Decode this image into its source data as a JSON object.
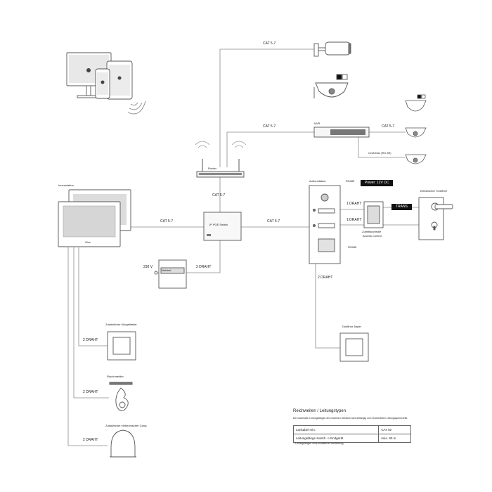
{
  "labels": {
    "cat_top": "CAT 5-7",
    "cat_nvr": "CAT 5-7",
    "cat_nvr_dome": "CAT 5-7",
    "coax": "COAXIAL (RG 59)",
    "cat_router_switch": "CAT 5-7",
    "cat_monitor_switch": "CAT 5-7",
    "cat_switch_door": "CAT 5-7",
    "v230": "230 V",
    "two_wire_ps": "2 DRAHT",
    "one_wire_top": "1 DRAHT",
    "one_wire_bottom": "1 DRAHT",
    "two_wire_door": "2 DRAHT",
    "two_wire_bell": "2 DRAHT",
    "two_wire_smoke": "2 DRAHT",
    "two_wire_gong": "2 DRAHT"
  },
  "devices": {
    "router_label": "Router",
    "nvr_label": "NVR",
    "switch_label": "IP POE Switch",
    "power_label": "Netzteil",
    "monitor_label": "Innenstation",
    "monitor_brand": "Gira",
    "door_station_label": "Außenstation",
    "door_top_label": "RS485",
    "door_bottom_label": "RS485",
    "power_badge": "Power: 12V DC",
    "trans_badge": "TRANS",
    "access_label_1": "Zutrittskontrolle",
    "access_label_2": "Access Control",
    "door_lock_label": "Elektrischer Türöffner",
    "bell_button_label": "Zusätzlicher Klingeltaster",
    "smoke_label": "Rauchmelder",
    "gong_label": "Zusätzlicher elektronischer Gong",
    "floor_button_label": "Türöffner Taster"
  },
  "legend": {
    "title": "Reichweiten / Leitungstypen",
    "note": "Die maximalen Leitungslängen der einzelnen Strecken sind abhängig vom verwendeten Leitungsquerschnitt.",
    "rows": [
      {
        "label": "Lankabel min.",
        "value": "CAT 5e"
      },
      {
        "label": "Leitungslänge Switch -> Endgerät",
        "value": "max. 90 m"
      }
    ],
    "footnote": "* Leitungslängen ohne zusätzliche Verstärkung"
  },
  "colors": {
    "line": "#888888",
    "stroke": "#555555",
    "badge": "#111111"
  }
}
